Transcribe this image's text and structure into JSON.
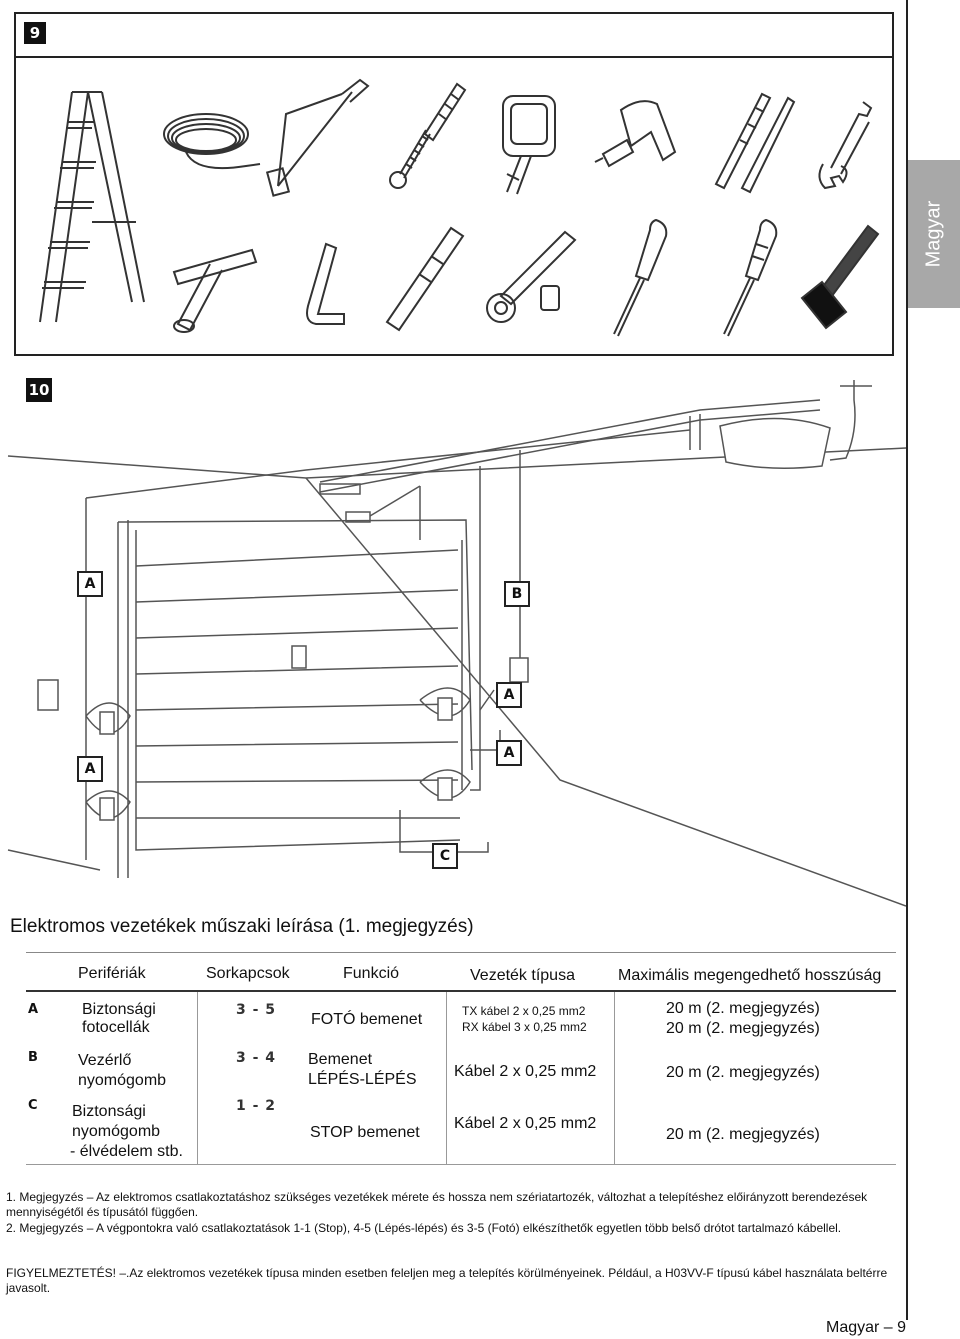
{
  "step9": {
    "badge": "9"
  },
  "step10": {
    "badge": "10"
  },
  "side_tab": "Magyar",
  "tools": [
    "ladder-icon",
    "cable-coil-icon",
    "hacksaw-icon",
    "screw-icon",
    "wall-plug-icon",
    "spirit-level-icon",
    "drill-icon",
    "drill-bits-icon",
    "wrench-icon",
    "socket-wrench-icon",
    "hex-key-icon",
    "pencil-icon",
    "ratchet-icon",
    "screwdriver-flat-icon",
    "screwdriver-phillips-icon",
    "hammer-icon"
  ],
  "diagram_labels": {
    "a1": "A",
    "a2": "A",
    "a3": "A",
    "a4": "A",
    "b": "B",
    "c": "C"
  },
  "section_title": "Elektromos vezetékek műszaki leírása (1. megjegyzés)",
  "table": {
    "headers": {
      "periph": "Perifériák",
      "terminals": "Sorkapcsok",
      "function": "Funkció",
      "cable": "Vezeték típusa",
      "maxlen": "Maximális megengedhető hosszúság"
    },
    "rows": [
      {
        "letter": "A",
        "periph1": "Biztonsági",
        "periph2": "fotocellák",
        "terminal": "3 - 5",
        "function1": "FOTÓ bemenet",
        "cable1": "TX kábel 2 x 0,25 mm2",
        "cable2": "RX kábel 3 x 0,25 mm2",
        "len1": "20 m (2. megjegyzés)",
        "len2": "20 m (2. megjegyzés)"
      },
      {
        "letter": "B",
        "periph1": "Vezérlő",
        "periph2": "nyomógomb",
        "terminal": "3 - 4",
        "function1": "Bemenet",
        "function2": "LÉPÉS-LÉPÉS",
        "cable1": "Kábel 2 x 0,25 mm2",
        "len1": "20 m (2. megjegyzés)"
      },
      {
        "letter": "C",
        "periph1": "Biztonsági",
        "periph2": "nyomógomb",
        "periph3": "- élvédelem stb.",
        "terminal": "1 - 2",
        "function1": "STOP bemenet",
        "cable1": "Kábel 2 x 0,25 mm2",
        "len1": "20 m (2. megjegyzés)"
      }
    ]
  },
  "notes": {
    "note1": "1. Megjegyzés – Az elektromos csatlakoztatáshoz szükséges vezetékek mérete és hossza nem szériatartozék, változhat a telepítéshez előirányzott berendezések mennyiségétől és típusától függően.",
    "note2": "2. Megjegyzés – A végpontokra való csatlakoztatások 1-1 (Stop), 4-5 (Lépés-lépés) és 3-5 (Fotó) elkészíthetők egyetlen több belső drótot tartalmazó kábellel.",
    "warning": "FIGYELMEZTETÉS! –.Az elektromos vezetékek típusa minden esetben feleljen meg a telepítés körülményeinek. Például, a H03VV-F típusú kábel használata beltérre javasolt."
  },
  "footer": "Magyar – 9"
}
